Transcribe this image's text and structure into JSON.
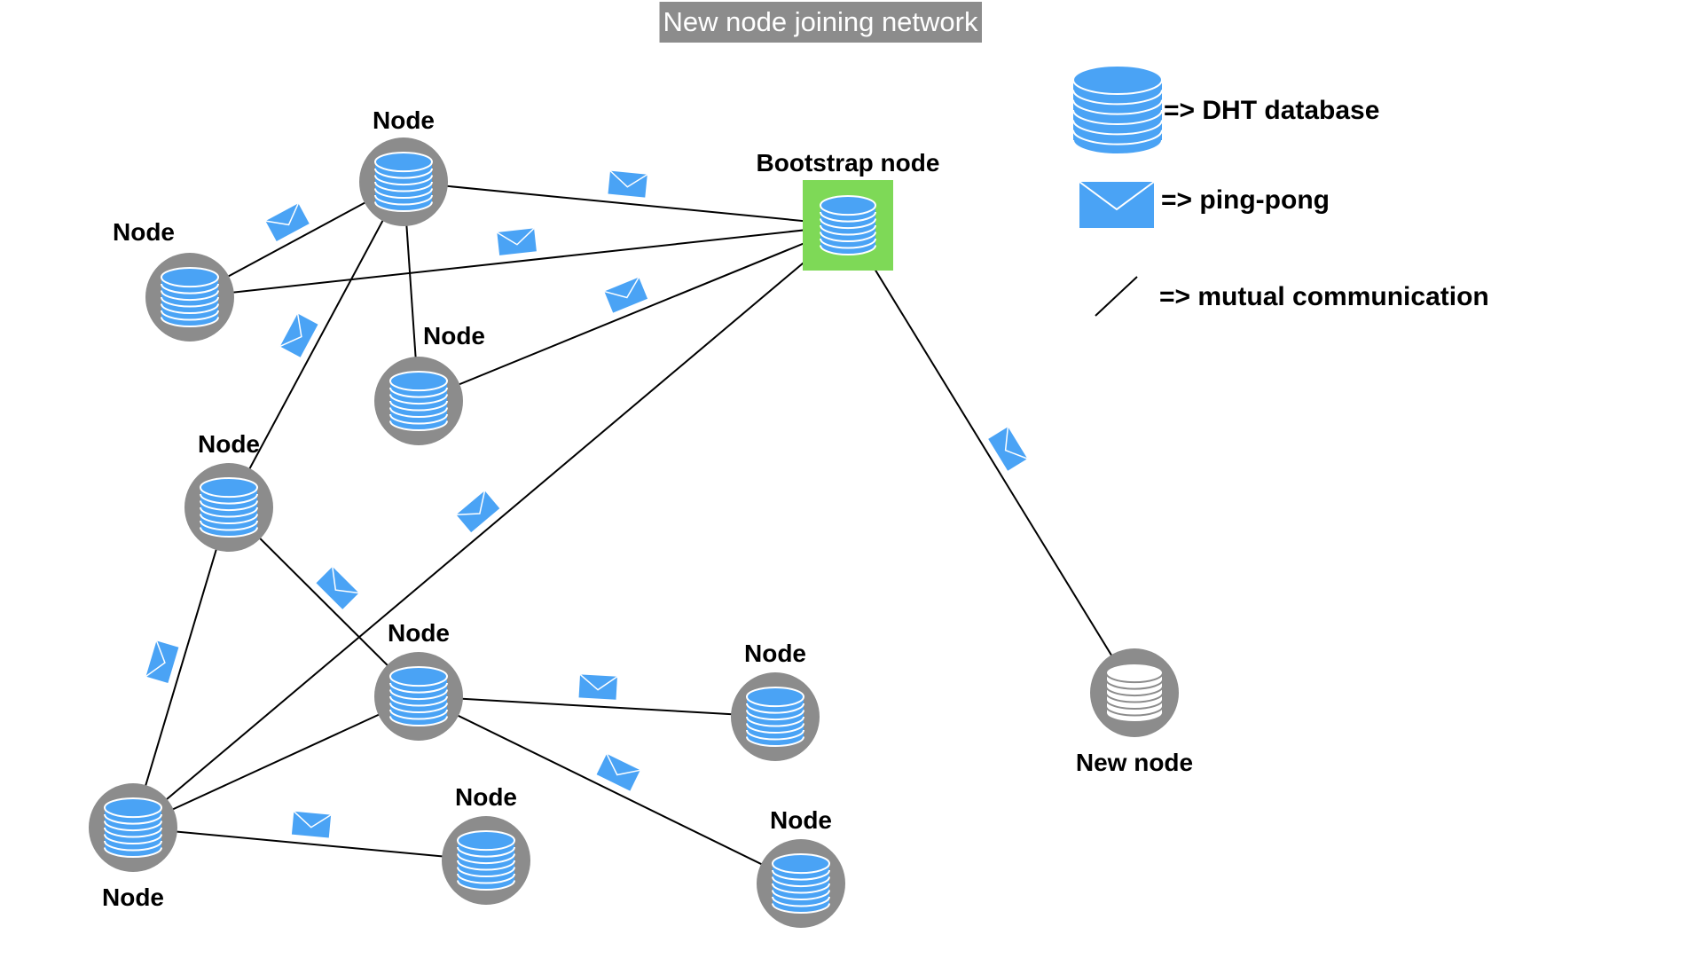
{
  "title": "New node joining network",
  "colors": {
    "db_fill": "#4aa3f5",
    "db_line": "#ffffff",
    "node_fill": "#8c8c8c",
    "bootstrap_fill": "#7ed957",
    "envelope_fill": "#4aa3f5",
    "title_bg": "#8c8c8c",
    "new_node_db_fill": "#ffffff",
    "new_node_db_line": "#8c8c8c"
  },
  "legend": {
    "database_label": "=> DHT database",
    "pingpong_label": "=> ping-pong",
    "communication_label": "=> mutual communication",
    "icons": [
      "database-icon",
      "envelope-icon",
      "line-icon"
    ]
  },
  "nodes": [
    {
      "id": "n1",
      "label": "Node",
      "kind": "node"
    },
    {
      "id": "n2",
      "label": "Node",
      "kind": "node"
    },
    {
      "id": "n3",
      "label": "Node",
      "kind": "node"
    },
    {
      "id": "n4",
      "label": "Node",
      "kind": "node"
    },
    {
      "id": "n5",
      "label": "Node",
      "kind": "node"
    },
    {
      "id": "n6",
      "label": "Node",
      "kind": "node"
    },
    {
      "id": "n7",
      "label": "Node",
      "kind": "node"
    },
    {
      "id": "n8",
      "label": "Node",
      "kind": "node"
    },
    {
      "id": "n9",
      "label": "Node",
      "kind": "node"
    },
    {
      "id": "bootstrap",
      "label": "Bootstrap node",
      "kind": "bootstrap"
    },
    {
      "id": "new",
      "label": "New node",
      "kind": "new"
    }
  ],
  "edges": [
    {
      "from": "n1",
      "to": "bootstrap",
      "ping": true
    },
    {
      "from": "n1",
      "to": "n2",
      "ping": true
    },
    {
      "from": "n1",
      "to": "n3",
      "ping": false
    },
    {
      "from": "n1",
      "to": "n4",
      "ping": true
    },
    {
      "from": "n2",
      "to": "bootstrap",
      "ping": true
    },
    {
      "from": "n3",
      "to": "bootstrap",
      "ping": true
    },
    {
      "from": "n7",
      "to": "bootstrap",
      "ping": true
    },
    {
      "from": "bootstrap",
      "to": "new",
      "ping": true
    },
    {
      "from": "n4",
      "to": "n5",
      "ping": true
    },
    {
      "from": "n4",
      "to": "n7",
      "ping": true
    },
    {
      "from": "n5",
      "to": "n6",
      "ping": true
    },
    {
      "from": "n5",
      "to": "n9",
      "ping": true
    },
    {
      "from": "n5",
      "to": "n7",
      "ping": false
    },
    {
      "from": "n7",
      "to": "n8",
      "ping": true
    }
  ]
}
